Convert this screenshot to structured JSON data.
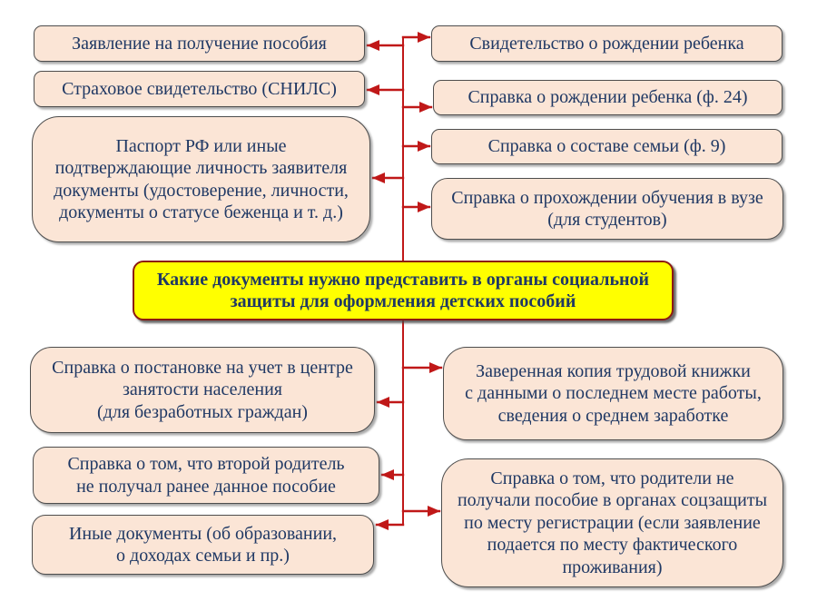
{
  "diagram": {
    "center": {
      "label": "Какие документы нужно представить в органы социальной\nзащиты для оформления детских пособий"
    },
    "top_left": [
      {
        "label": "Заявление на получение пособия"
      },
      {
        "label": "Страховое свидетельство (СНИЛС)"
      },
      {
        "label": "Паспорт РФ или иные\nподтверждающие личность заявителя\nдокументы (удостоверение, личности,\nдокументы о статусе беженца и т. д.)"
      }
    ],
    "top_right": [
      {
        "label": "Свидетельство о рождении ребенка"
      },
      {
        "label": "Справка о рождении ребенка (ф. 24)"
      },
      {
        "label": "Справка о составе семьи (ф. 9)"
      },
      {
        "label": "Справка о прохождении обучения в вузе\n(для студентов)"
      }
    ],
    "bottom_left": [
      {
        "label": "Справка о постановке на учет в центре\nзанятости населения\n(для безработных граждан)"
      },
      {
        "label": "Справка о том, что второй родитель\nне получал ранее данное пособие"
      },
      {
        "label": "Иные документы (об образовании,\nо доходах семьи и пр.)"
      }
    ],
    "bottom_right": [
      {
        "label": "Заверенная копия трудовой книжки\nс данными о последнем месте работы,\nсведения о среднем заработке"
      },
      {
        "label": "Справка о том, что родители не\nполучали пособие в органах соцзащиты\nпо месту регистрации (если заявление\nподается по месту фактического\nпроживания)"
      }
    ],
    "colors": {
      "background": "#ffffff",
      "box_fill": "#fbe5d6",
      "box_border": "#4d4d4d",
      "text": "#1f3864",
      "center_fill": "#ffff00",
      "center_border": "#8c1a12",
      "arrow": "#c01818"
    }
  }
}
